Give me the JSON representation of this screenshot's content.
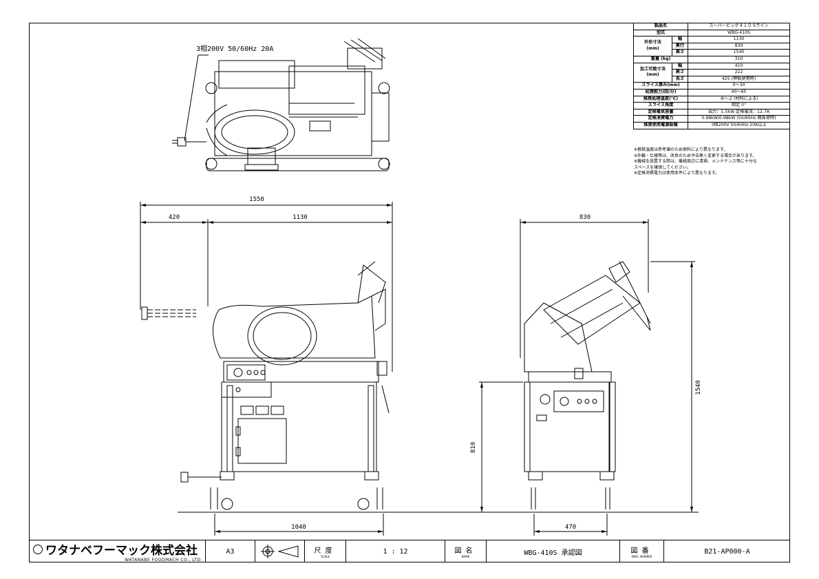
{
  "power_label": "3相200V  50/60Hz  20A",
  "dimensions": {
    "overall_length": "1550",
    "cord_extension": "420",
    "body_width": "1130",
    "base_width": "1040",
    "depth": "830",
    "base_depth": "470",
    "height": "1540",
    "table_height": "810"
  },
  "spec_table": {
    "product_name_label": "製品名",
    "product_name": "スーパービッグ４１０ Sライン",
    "model_label": "型式",
    "model": "WBG-410S",
    "outer_dims_label": "外形寸法",
    "outer_dims_unit": "(mm)",
    "width_label": "幅",
    "width": "1130",
    "depth_label": "奥行",
    "depth": "830",
    "height_label": "高さ",
    "height": "1540",
    "weight_label": "重量 (kg)",
    "weight": "310",
    "workable_label": "加工可能寸法",
    "workable_unit": "(mm)",
    "w_width_label": "幅",
    "w_width": "410",
    "w_height_label": "高さ",
    "w_height": "222",
    "w_length_label": "長さ",
    "w_length": "425 (押板使用時)",
    "slice_thickness_label": "スライス厚み(mm)",
    "slice_thickness": "0～30",
    "capacity_label": "処理能力(回/分)",
    "capacity": "40～65",
    "temp_label": "推奨処理温度(℃)",
    "temp": "-6～-2 (材料による)",
    "angle_label": "スライス角度",
    "angle": "固定    0°",
    "rated_motor_label": "定格電気容量",
    "rated_motor": "出力：1.5kW  定格電流：12.7A",
    "rated_power_label": "定格消費電力",
    "rated_power": "0.98kW/0.98kW (50/60Hz 無負荷時)",
    "recommended_label": "推奨使用電源設備",
    "recommended": "3相200V  50/60Hz  20A以上"
  },
  "notes": [
    "※推奨温度は参考値のため原料により異なります。",
    "※外観・仕様等は、改良のため予告無く変更する場合があります。",
    "※機械を設置する際は、機械周辺に清掃、メンテナンス等に十分な",
    "  スペースを確保してください。",
    "※定格消費電力は使用条件により異なります。"
  ],
  "title_block": {
    "company_jp": "ワタナベフーマック株式会社",
    "company_en": "WATANABE FOODMACH CO., LTD.",
    "paper_size": "A3",
    "scale_label": "尺度",
    "scale_sub": "SCALE",
    "scale": "1 : 12",
    "name_label": "図名",
    "name_sub": "NAME",
    "drawing_name": "WBG-410S 承認図",
    "number_label": "図番",
    "number_sub": "DWG. NUMBER",
    "drawing_number": "B21-AP000-A"
  }
}
